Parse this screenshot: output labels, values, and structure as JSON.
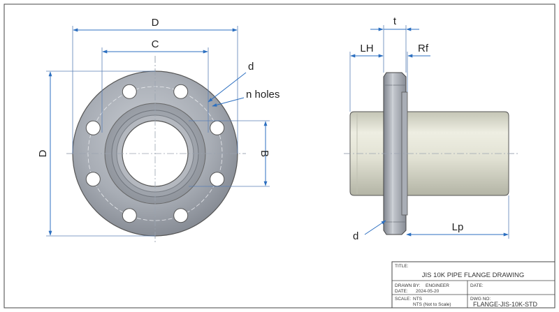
{
  "labels": {
    "front_D_top": "D",
    "front_C": "C",
    "front_D_side": "D",
    "front_B": "B",
    "hole_d": "d",
    "n_holes": "n holes",
    "side_t": "t",
    "side_LH": "LH",
    "side_Rf": "Rf",
    "side_d": "d",
    "side_Lp": "Lp"
  },
  "title_block": {
    "title_label": "TITLE:",
    "title": "JIS 10K PIPE FLANGE DRAWING",
    "drawn_by_label": "DRAWN BY:",
    "drawn_by": "ENGINEER",
    "date_label": "DATE:",
    "date": "2024-05-20",
    "date_right_label": "DATE:",
    "scale_label": "SCALE:",
    "scale": "NTS",
    "scale_note": "NTS (Not to Scale)",
    "dwg_label": "DWG NO:",
    "dwg_no": "FLANGE-JIS-10K-STD"
  },
  "colors": {
    "dimension": "#2c6fc0",
    "flange_metal": "#a3a8b0",
    "pipe_body": "#dcdccc"
  }
}
